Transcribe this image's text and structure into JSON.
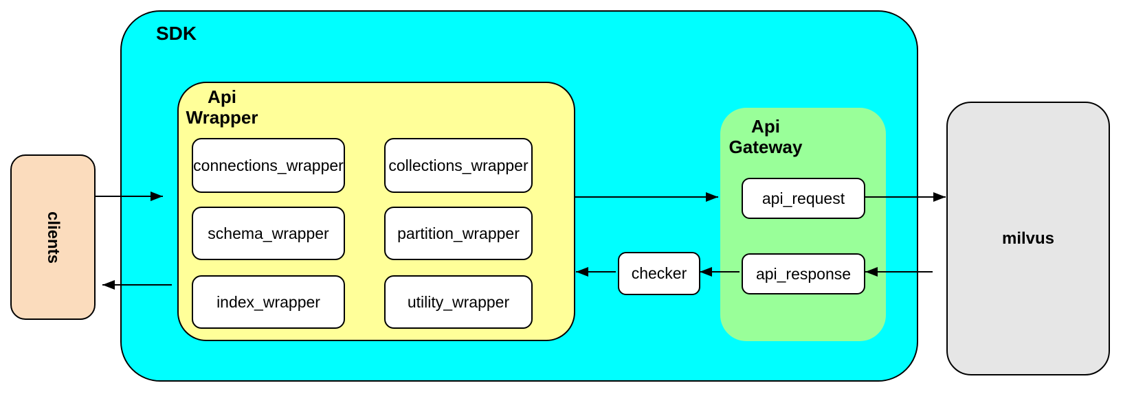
{
  "nodes": {
    "clients": {
      "label": "clients"
    },
    "sdk": {
      "label": "SDK"
    },
    "api_wrapper": {
      "label": "Api Wrapper",
      "modules": [
        "connections_wrapper",
        "collections_wrapper",
        "schema_wrapper",
        "partition_wrapper",
        "index_wrapper",
        "utility_wrapper"
      ]
    },
    "api_gateway": {
      "label": "Api Gateway",
      "modules": [
        "api_request",
        "api_response"
      ]
    },
    "checker": {
      "label": "checker"
    },
    "milvus": {
      "label": "milvus"
    }
  },
  "edges": [
    {
      "from": "clients",
      "to": "sdk"
    },
    {
      "from": "api_wrapper",
      "to": "clients"
    },
    {
      "from": "api_wrapper",
      "to": "api_gateway"
    },
    {
      "from": "api_request",
      "to": "milvus"
    },
    {
      "from": "milvus",
      "to": "api_response"
    },
    {
      "from": "api_response",
      "to": "checker"
    },
    {
      "from": "checker",
      "to": "api_wrapper"
    }
  ],
  "colors": {
    "sdk_fill": "#00ffff",
    "api_wrapper_fill": "#ffff99",
    "api_gateway_fill": "#99ff99",
    "clients_fill": "#fbdcbd",
    "milvus_fill": "#e6e6e6",
    "module_fill": "#ffffff",
    "border": "#000000",
    "text": "#000000"
  }
}
